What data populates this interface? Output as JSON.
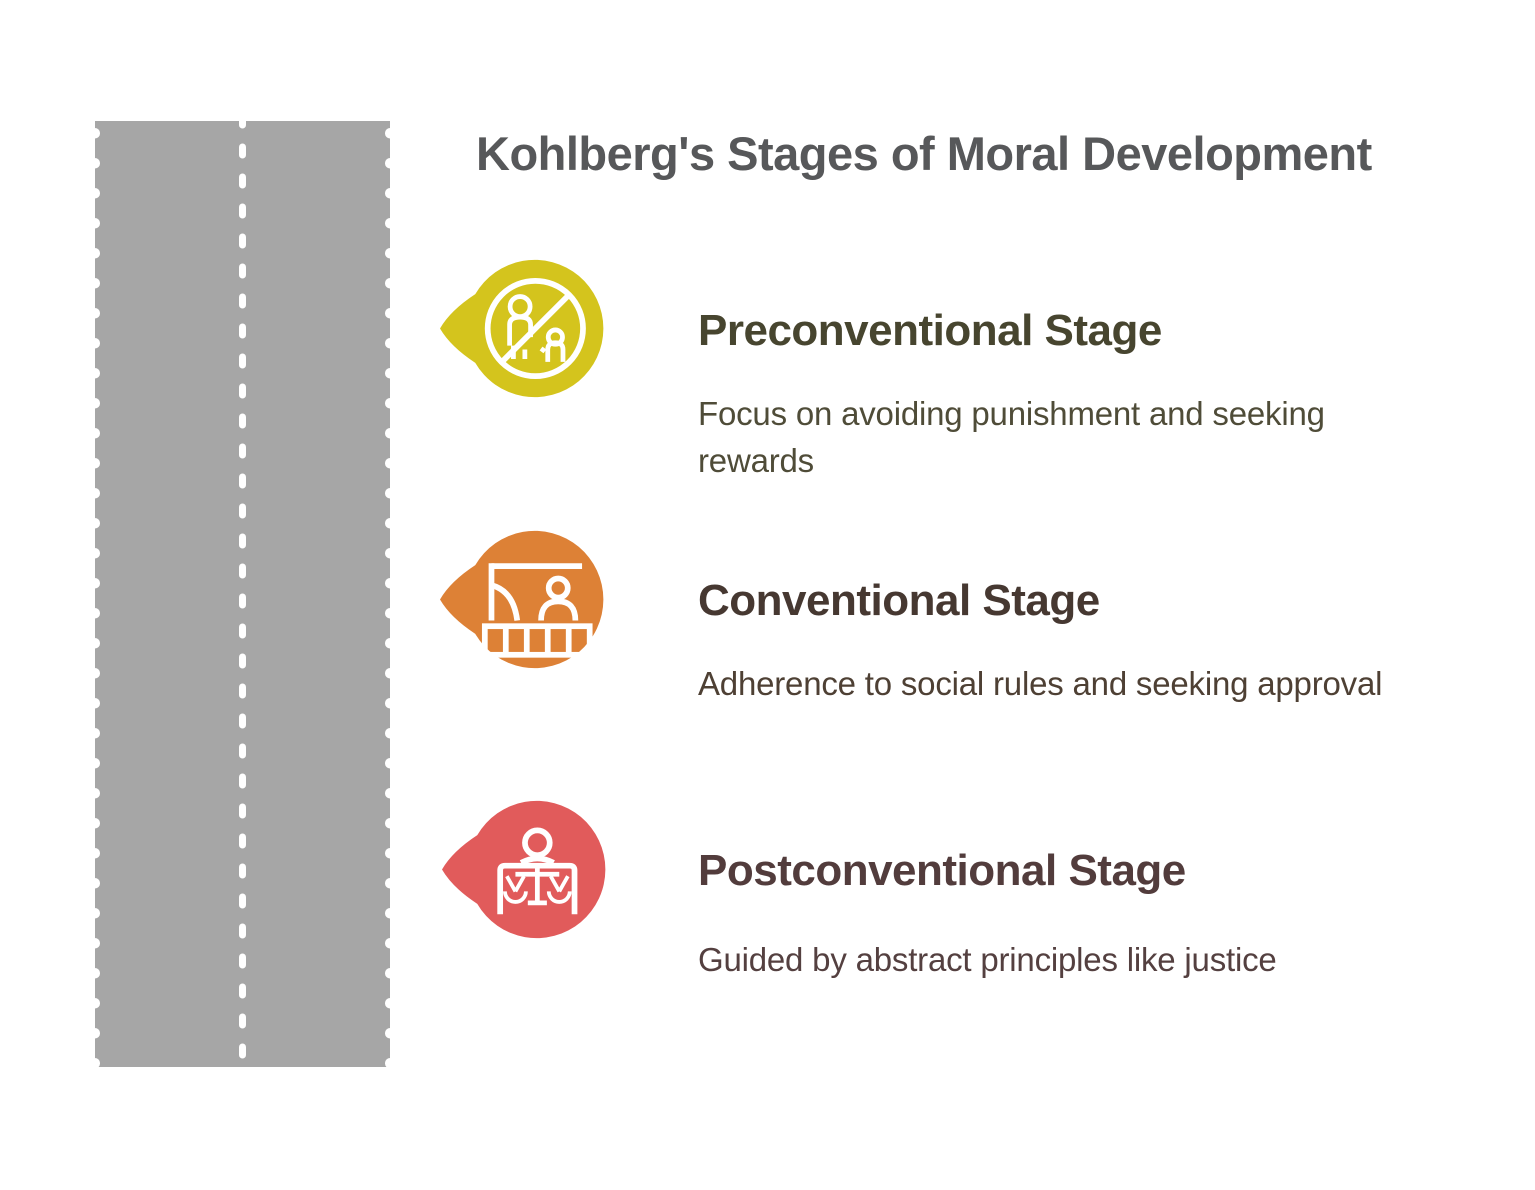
{
  "title": "Kohlberg's Stages of Moral Development",
  "colors": {
    "title_text": "#57585a",
    "road_gray": "#a6a6a6",
    "road_marking": "#ffffff",
    "background": "#ffffff"
  },
  "road": {
    "name": "road-with-dashed-center-line"
  },
  "stages": [
    {
      "heading": "Preconventional Stage",
      "description": "Focus on avoiding punishment and seeking rewards",
      "icon": "no-punishment-family-icon",
      "pin_color": "#d4c41d",
      "heading_color": "#47452f",
      "description_color": "#4f4c38"
    },
    {
      "heading": "Conventional Stage",
      "description": "Adherence to social rules and seeking approval",
      "icon": "person-at-fence-icon",
      "pin_color": "#dd8136",
      "heading_color": "#463831",
      "description_color": "#4e4034"
    },
    {
      "heading": "Postconventional Stage",
      "description": "Guided by abstract principles like justice",
      "icon": "judge-with-scales-icon",
      "pin_color": "#e15b5b",
      "heading_color": "#523c3c",
      "description_color": "#544040"
    }
  ]
}
